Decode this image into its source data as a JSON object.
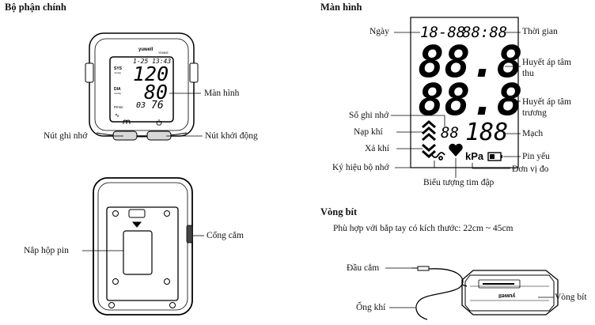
{
  "sections": {
    "parts_title": "Bộ phận chính",
    "screen_title": "Màn hình",
    "cuff_title": "Vòng bít"
  },
  "device_front": {
    "brand": "yuwell",
    "model": "YE660E",
    "date_time": "1-25 13:43",
    "sys_label": "SYS",
    "sys_unit": "mmHg",
    "sys_value": "120",
    "dia_label": "DIA",
    "dia_unit": "mmHg",
    "dia_value": "80",
    "pulse_label": "P/min",
    "memory_no": "03",
    "pulse_value": "76",
    "labels": {
      "screen": "Màn hình",
      "memory_button": "Nút ghi nhớ",
      "start_button": "Nút khởi động"
    }
  },
  "device_back": {
    "labels": {
      "battery_cover": "Nắp hộp pin",
      "socket": "Cổng cắm"
    }
  },
  "display": {
    "date_digits": "18-88",
    "time_digits": "88:88",
    "sys_digits": "88.8",
    "dia_digits": "88.8",
    "memory_digits": "88",
    "pulse_digits": "188",
    "unit": "kPa",
    "labels": {
      "date": "Ngày",
      "time": "Thời gian",
      "systolic_line1": "Huyết áp tâm",
      "systolic_line2": "thu",
      "diastolic_line1": "Huyết áp tâm",
      "diastolic_line2": "trương",
      "memory_no": "Số ghi nhớ",
      "inflate": "Nạp khí",
      "deflate": "Xả khí",
      "memory_symbol": "Ký hiệu bộ nhớ",
      "pulse": "Mạch",
      "low_battery": "Pin yếu",
      "unit": "Đơn vị đo",
      "heart_symbol": "Biểu tượng tim đập"
    }
  },
  "cuff": {
    "fit_text": "Phù hợp với bắp tay có kích thước: 22cm  ~ 45cm",
    "brand": "yuwell",
    "labels": {
      "plug": "Đầu cắm",
      "tube": "Ống khí",
      "cuff": "Vòng bít"
    }
  }
}
